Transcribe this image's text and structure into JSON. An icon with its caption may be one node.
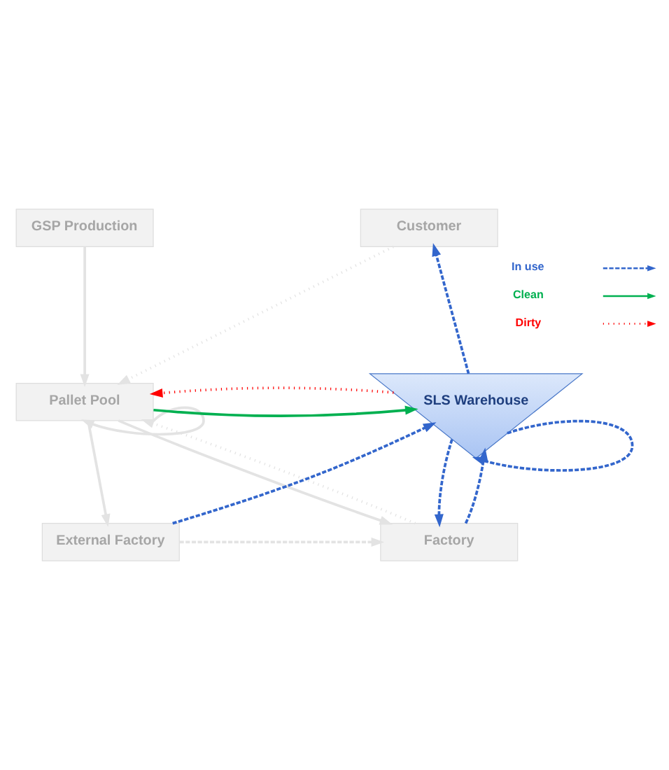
{
  "diagram": {
    "nodes": [
      {
        "text": [
          "GSP Production"
        ]
      },
      {
        "text": [
          "Customer"
        ]
      },
      {
        "text": [
          "Pallet Pool"
        ]
      },
      {
        "text": [
          "SLS Warehouse"
        ]
      },
      {
        "text": [
          "External Factory"
        ]
      },
      {
        "text": [
          "Factory"
        ]
      }
    ],
    "edges": [
      {
        "from": 0,
        "to": 2,
        "arrow": "to"
      },
      {
        "from": 1,
        "to": 2,
        "arrow": "to",
        "style": "dashed"
      },
      {
        "from": 3,
        "to": 1,
        "arrow": "to",
        "style": "dashed",
        "color": "#3366cc"
      },
      {
        "from": 2,
        "to": 3,
        "arrow": "to",
        "color": "#00b050"
      },
      {
        "from": 3,
        "to": 2,
        "arrow": "to",
        "style": "dashed",
        "color": "#ff0000"
      },
      {
        "from": 2,
        "to": 2,
        "arrow": "to"
      },
      {
        "from": 2,
        "to": 4,
        "arrow": "to"
      },
      {
        "from": 2,
        "to": 5,
        "arrow": "to"
      },
      {
        "from": 5,
        "to": 2,
        "arrow": "to",
        "style": "dashed"
      },
      {
        "from": 4,
        "to": 3,
        "arrow": "to",
        "style": "dashed",
        "color": "#3366cc"
      },
      {
        "from": 5,
        "to": 3,
        "arrow": "to",
        "style": "dashed",
        "color": "#3366cc"
      },
      {
        "from": 3,
        "to": 5,
        "arrow": "to",
        "style": "dashed",
        "color": "#3366cc"
      },
      {
        "from": 3,
        "to": 3,
        "arrow": "to",
        "style": "dashed",
        "color": "#3366cc"
      },
      {
        "from": 4,
        "to": 5,
        "arrow": "to",
        "style": "dashed"
      }
    ],
    "legend": [
      {
        "text": "In use"
      },
      {
        "text": "Clean"
      },
      {
        "text": "Dirty"
      }
    ]
  }
}
